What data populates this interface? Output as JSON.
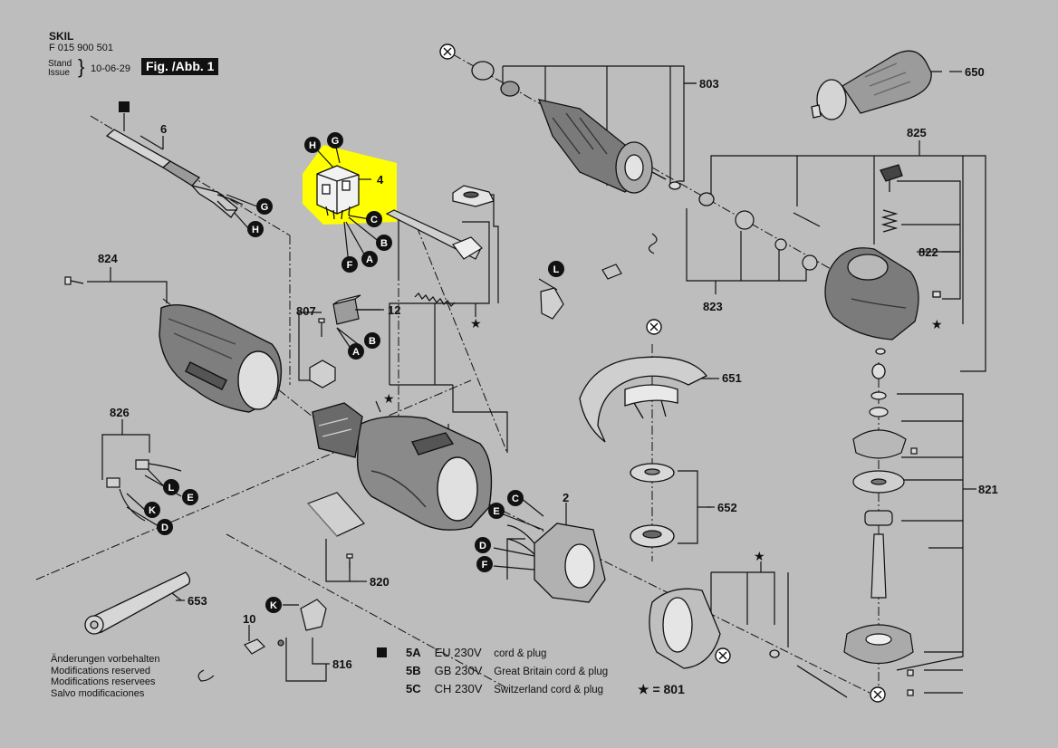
{
  "header": {
    "brand": "SKIL",
    "part_number": "F 015 900 501",
    "stand_label": "Stand",
    "issue_label": "Issue",
    "issue_date": "10-06-29",
    "figure_label": "Fig. /Abb. 1"
  },
  "part_labels": {
    "p6": "6",
    "p4": "4",
    "p12": "12",
    "p807": "807",
    "p824": "824",
    "p826": "826",
    "p820": "820",
    "p653": "653",
    "p10": "10",
    "p816": "816",
    "p803": "803",
    "p650": "650",
    "p825": "825",
    "p822": "822",
    "p823": "823",
    "p651": "651",
    "p652": "652",
    "p2": "2",
    "p821": "821"
  },
  "callouts": {
    "G": "G",
    "H": "H",
    "A": "A",
    "B": "B",
    "C": "C",
    "D": "D",
    "E": "E",
    "F": "F",
    "K": "K",
    "L": "L",
    "X": "X"
  },
  "symbols": {
    "star": "★"
  },
  "modifications_note": [
    "Änderungen vorbehalten",
    "Modifications reserved",
    "Modifications reservees",
    "Salvo modificaciones"
  ],
  "legend": {
    "rows": [
      {
        "code": "5A",
        "voltage": "EU 230V",
        "desc": "cord & plug"
      },
      {
        "code": "5B",
        "voltage": "GB 230V",
        "desc": "Great Britain cord & plug"
      },
      {
        "code": "5C",
        "voltage": "CH 230V",
        "desc": "Switzerland cord & plug"
      }
    ],
    "star_note": "★ = 801"
  },
  "colors": {
    "background": "#bdbdbd",
    "highlight": "#ffff00",
    "ink": "#111111"
  }
}
